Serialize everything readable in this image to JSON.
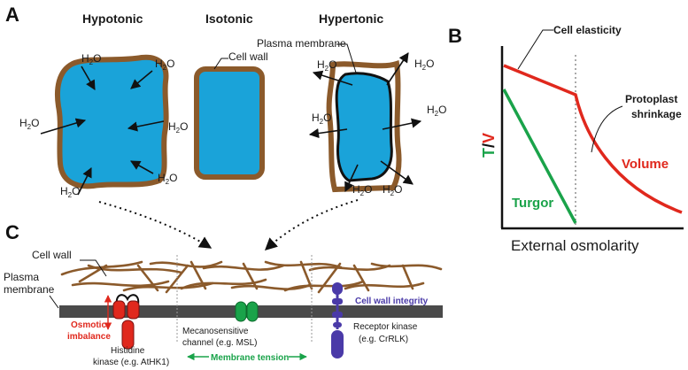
{
  "panels": {
    "a": "A",
    "b": "B",
    "c": "C"
  },
  "panel_a": {
    "hypotonic": "Hypotonic",
    "isotonic": "Isotonic",
    "hypertonic": "Hypertonic",
    "plasma_membrane": "Plasma membrane",
    "cell_wall": "Cell wall",
    "water": "H",
    "water_sub": "2",
    "water_end": "O"
  },
  "panel_b": {
    "y_axis_t": "T",
    "y_axis_sep": "/",
    "y_axis_v": "V",
    "x_axis": "External osmolarity",
    "cell_elasticity": "Cell elasticity",
    "protoplast_line1": "Protoplast",
    "protoplast_line2": "shrinkage",
    "volume": "Volume",
    "turgor": "Turgor"
  },
  "panel_c": {
    "cell_wall": "Cell wall",
    "plasma_line1": "Plasma",
    "plasma_line2": "membrane",
    "osmotic_line1": "Osmotic",
    "osmotic_line2": "imbalance",
    "histidine_line1": "Histidine",
    "histidine_line2": "kinase (e.g. AtHK1)",
    "meca_line1": "Mecanosensitive",
    "meca_line2": "channel (e.g. MSL)",
    "membrane_tension": "Membrane tension",
    "cell_wall_integrity": "Cell wall integrity",
    "receptor_line1": "Receptor kinase",
    "receptor_line2": "(e.g. CrRLK)"
  },
  "colors": {
    "cytoplasm": "#1aa3d9",
    "wall": "#8b5a2b",
    "red": "#e0281d",
    "green": "#1aa34a",
    "purple": "#4a3aa8",
    "membrane": "#4a4a4a"
  },
  "chart_data": {
    "type": "line",
    "xlabel": "External osmolarity",
    "ylabel": "T/V",
    "series": [
      {
        "name": "Turgor",
        "color": "#1aa34a"
      },
      {
        "name": "Volume",
        "color": "#e0281d"
      }
    ]
  }
}
